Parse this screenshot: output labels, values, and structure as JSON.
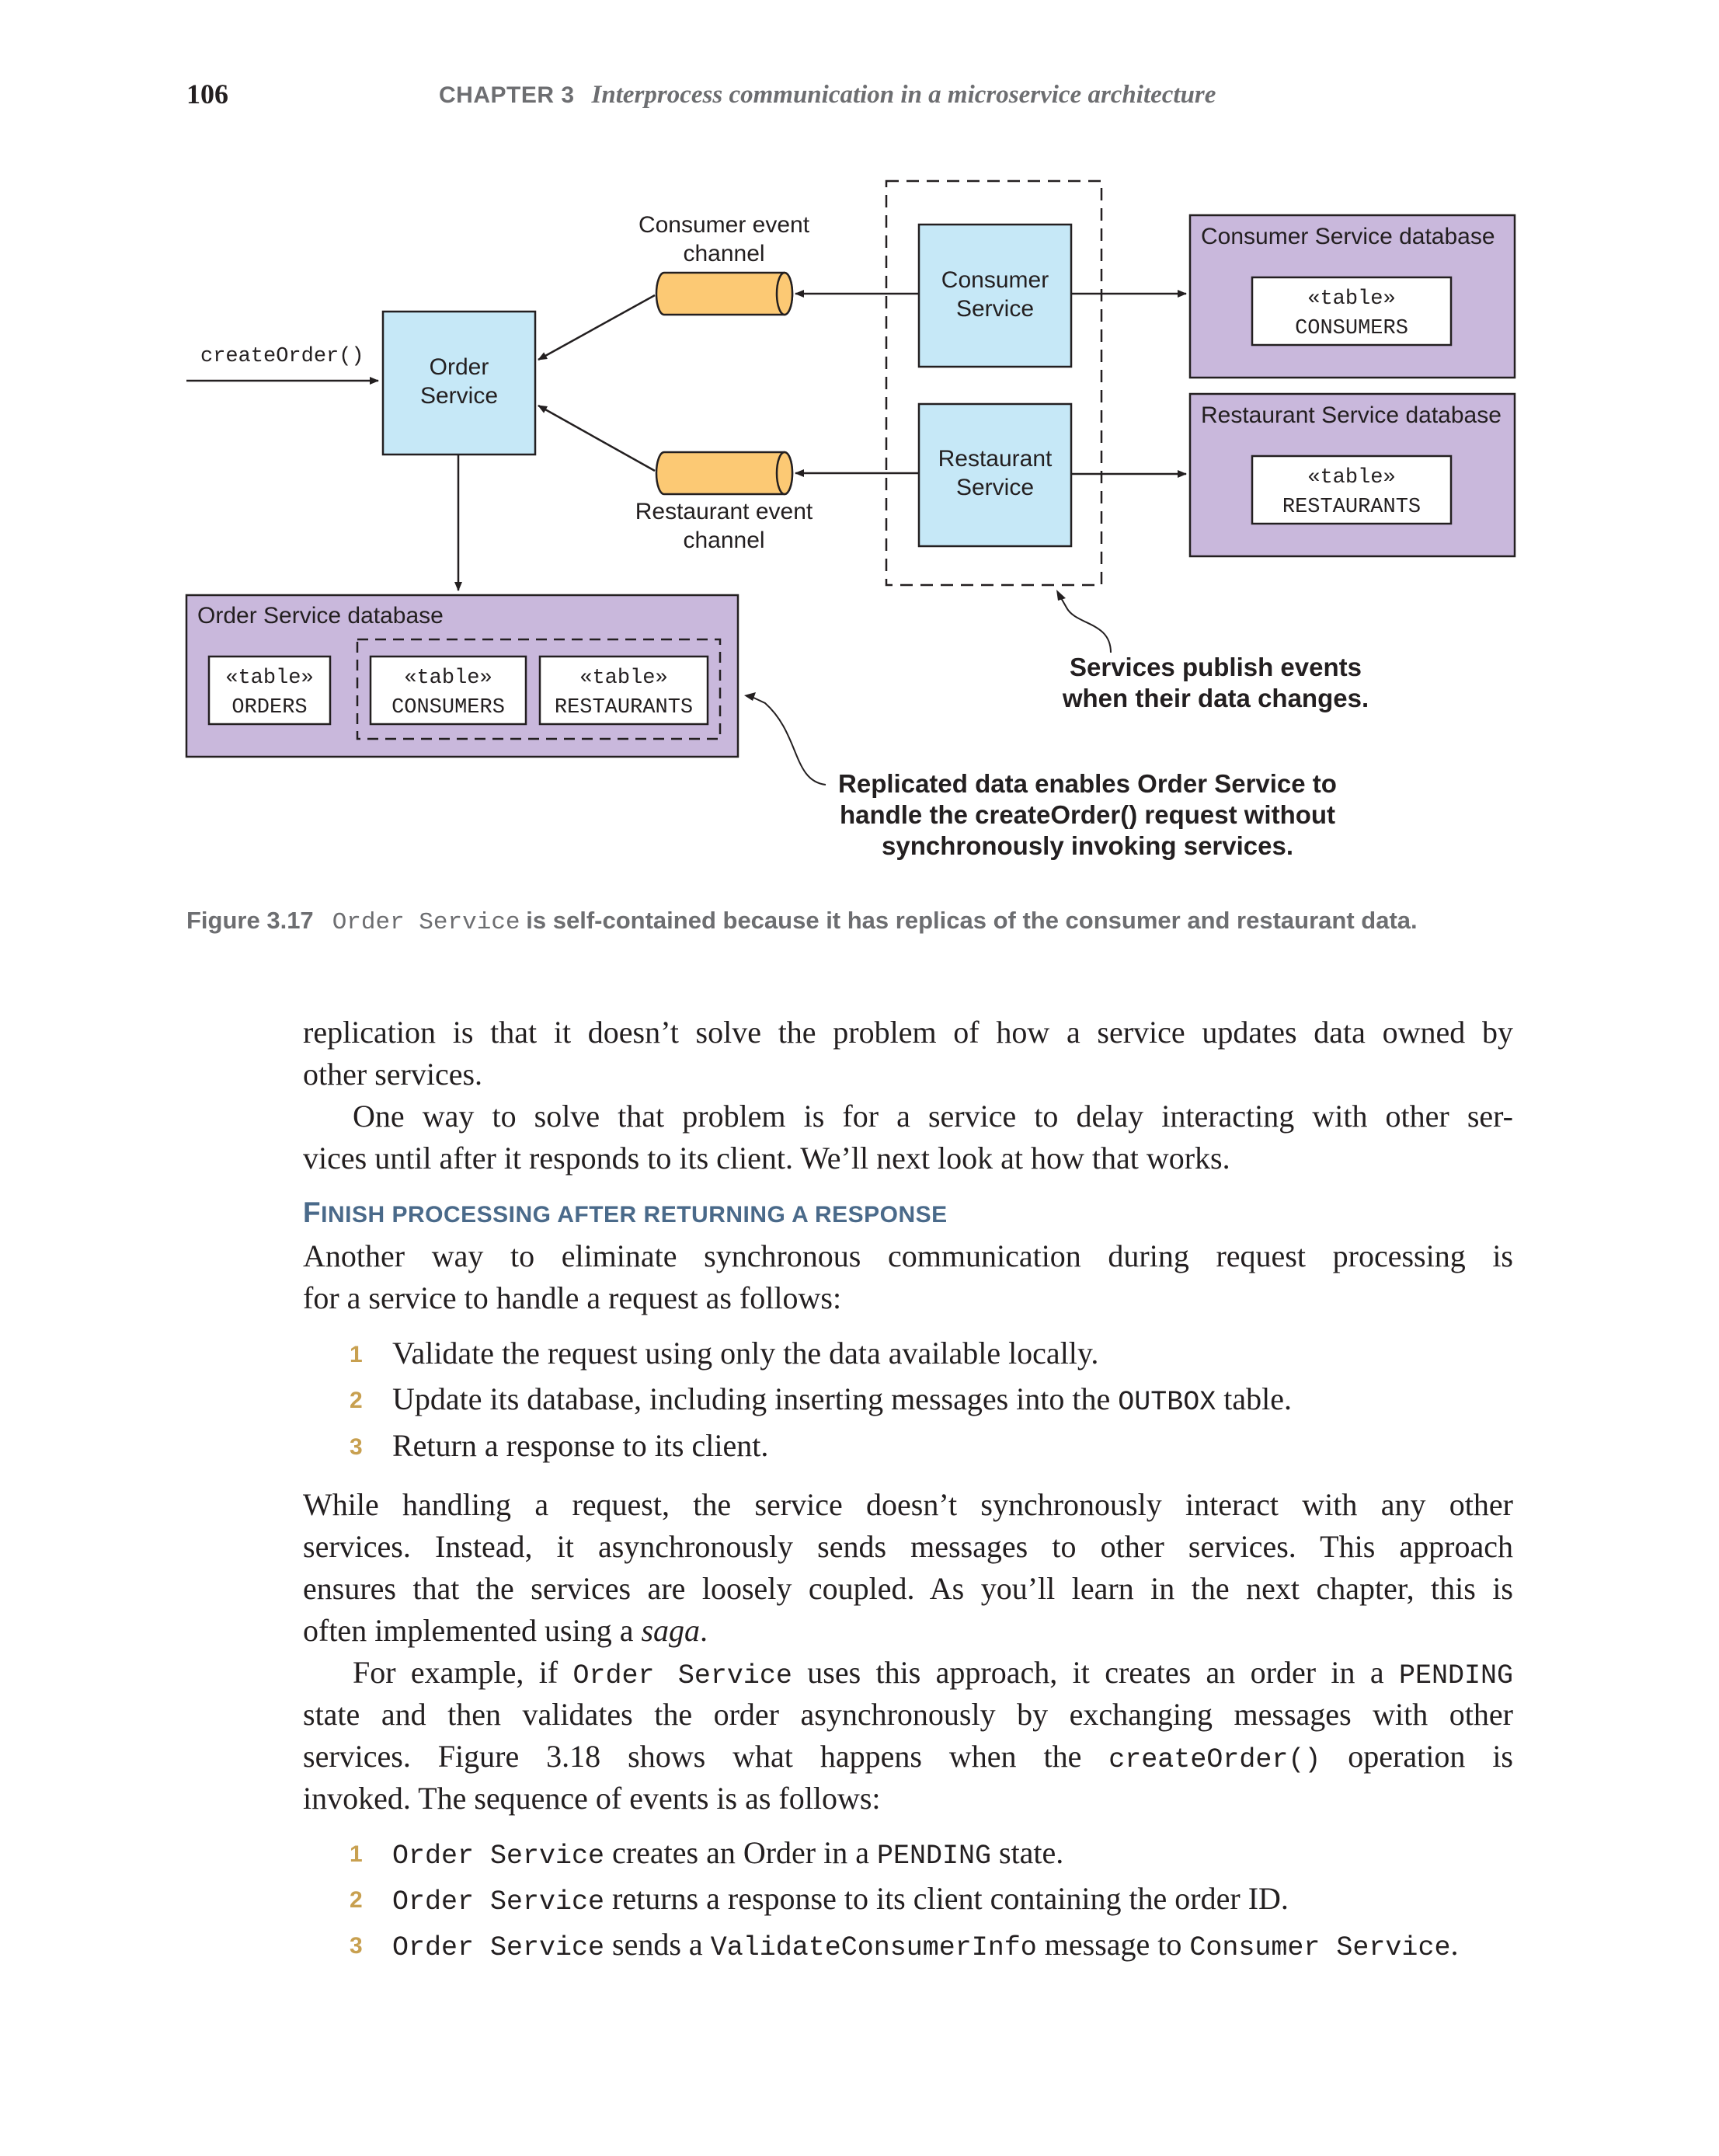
{
  "header": {
    "page_number": "106",
    "chapter_label": "CHAPTER 3",
    "chapter_title": "Interprocess communication in a microservice architecture"
  },
  "diagram": {
    "create_order_label": "createOrder()",
    "order_service": [
      "Order",
      "Service"
    ],
    "consumer_channel": [
      "Consumer event",
      "channel"
    ],
    "restaurant_channel": [
      "Restaurant event",
      "channel"
    ],
    "consumer_service": [
      "Consumer",
      "Service"
    ],
    "restaurant_service": [
      "Restaurant",
      "Service"
    ],
    "consumer_db_title": "Consumer Service database",
    "restaurant_db_title": "Restaurant Service database",
    "order_db_title": "Order Service database",
    "table_stereotype": "«table»",
    "tables": {
      "consumers": "CONSUMERS",
      "restaurants": "RESTAURANTS",
      "orders": "ORDERS"
    },
    "callout_publish": [
      "Services publish events",
      "when their data changes."
    ],
    "callout_replicated": [
      "Replicated data enables Order Service to",
      "handle the createOrder() request without",
      "synchronously invoking services."
    ],
    "colors": {
      "service_fill": "#c6e8f7",
      "database_fill": "#c9b8dc",
      "channel_fill": "#fcc974"
    }
  },
  "caption": {
    "label": "Figure 3.17",
    "code": "Order Service",
    "rest": "is self-contained because it has replicas of the consumer and restaurant data."
  },
  "body": {
    "p1_line1": "replication is that it doesn’t solve the problem of how a service updates data owned by",
    "p1_line2": "other services.",
    "p2_line1": "One way to solve that problem is for a service to delay interacting with other ser-",
    "p2_line2": "vices until after it responds to its client. We’ll next look at how that works.",
    "heading_first": "F",
    "heading_rest": "INISH PROCESSING AFTER RETURNING A RESPONSE",
    "p3_line1": "Another way to eliminate synchronous communication during request processing is",
    "p3_line2": "for a service to handle a request as follows:",
    "list1": [
      {
        "num": "1",
        "text": "Validate the request using only the data available locally."
      },
      {
        "num": "2",
        "pre": "Update its database, including inserting messages into the ",
        "code": "OUTBOX",
        "post": " table."
      },
      {
        "num": "3",
        "text": "Return a response to its client."
      }
    ],
    "p4_line1": "While handling a request, the service doesn’t synchronously interact with any other",
    "p4_line2": "services. Instead, it asynchronously sends messages to other services. This approach",
    "p4_line3": "ensures that the services are loosely coupled. As you’ll learn in the next chapter, this is",
    "p4_line4_pre": "often implemented using a ",
    "p4_line4_em": "saga",
    "p4_line4_post": ".",
    "p5_line1_a": "For example, if ",
    "p5_line1_code1": "Order Service",
    "p5_line1_b": " uses this approach, it creates an order in a ",
    "p5_line1_code2": "PENDING",
    "p5_line2": "state and then validates the order asynchronously by exchanging messages with other",
    "p5_line3_a": "services. Figure 3.18 shows what happens when the ",
    "p5_line3_code": "createOrder()",
    "p5_line3_b": " operation is",
    "p5_line4": "invoked. The sequence of events is as follows:",
    "list2": [
      {
        "num": "1",
        "code1": "Order Service",
        "mid": " creates an Order in a ",
        "code2": "PENDING",
        "post": " state."
      },
      {
        "num": "2",
        "code1": "Order Service",
        "mid": " returns a response to its client containing the order ID."
      },
      {
        "num": "3",
        "code1": "Order Service",
        "mid": " sends a ",
        "code2": "ValidateConsumerInfo",
        "mid2": " message to ",
        "code3": "Consumer Service",
        "post": "."
      }
    ]
  }
}
